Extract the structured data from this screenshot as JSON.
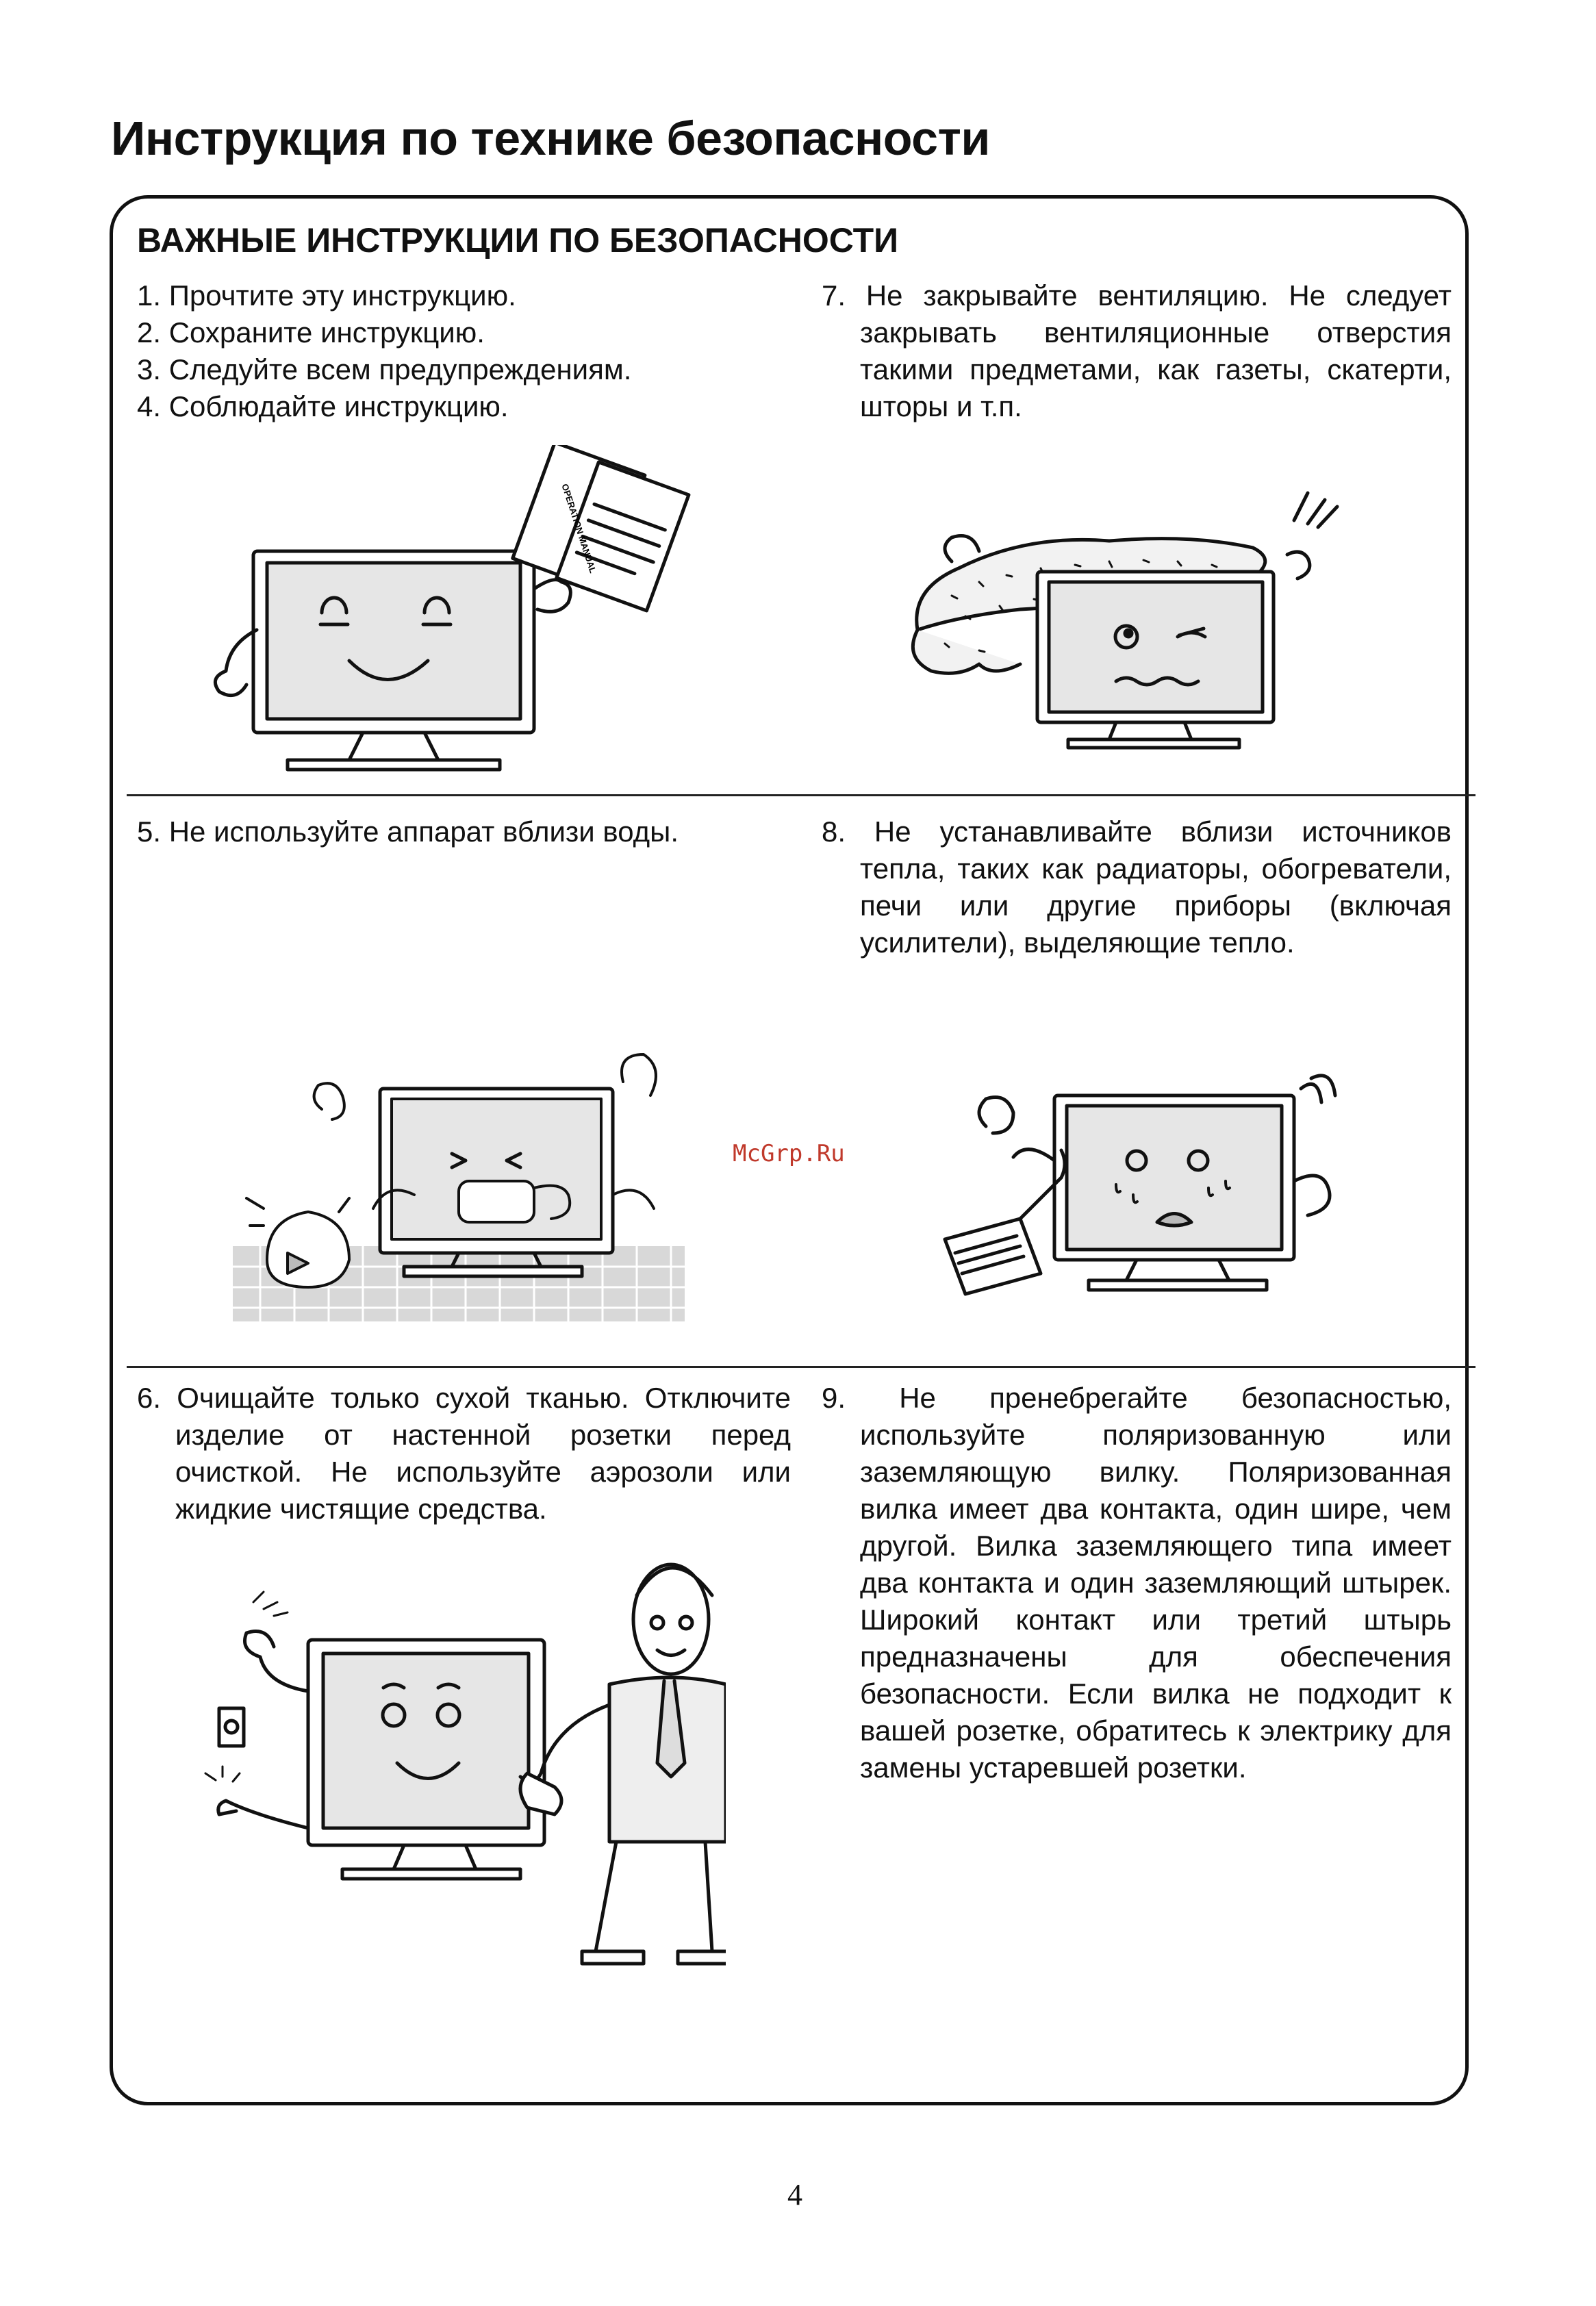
{
  "page": {
    "title": "Инструкция по технике безопасности",
    "section_title": "ВАЖНЫЕ ИНСТРУКЦИИ ПО БЕЗОПАСНОСТИ",
    "page_number": "4",
    "watermark": "McGrp.Ru"
  },
  "instructions": {
    "i1": "1. Прочтите эту инструкцию.",
    "i2": "2. Сохраните инструкцию.",
    "i3": "3. Следуйте всем предупреждениям.",
    "i4": "4. Соблюдайте инструкцию.",
    "i5": "5. Не используйте аппарат вблизи воды.",
    "i6": "6. Очищайте только сухой тканью. Отключите изделие от настенной розетки перед очисткой. Не используйте аэрозоли или жидкие чистящие средства.",
    "i7": "7. Не закрывайте вентиляцию. Не следует закрывать вентиляционные отверстия такими предметами, как газеты, скатерти, шторы и т.п.",
    "i8": "8. Не устанавливайте вблизи источников тепла, таких как радиаторы, обогреватели, печи или другие приборы (включая усилители), выделяющие тепло.",
    "i9": "9. Не пренебрегайте безопасностью, используйте поляризованную или заземляющую вилку. Поляризованная вилка имеет два контакта, один шире, чем другой. Вилка заземляющего типа имеет два контакта и один заземляющий штырек. Широкий контакт или третий штырь предназначены для обеспечения безопасности. Если вилка не подходит к вашей розетке, обратитесь к электрику для замены устаревшей розетки."
  },
  "illustrations": {
    "manual_label": "OPERATION MANUAL"
  }
}
